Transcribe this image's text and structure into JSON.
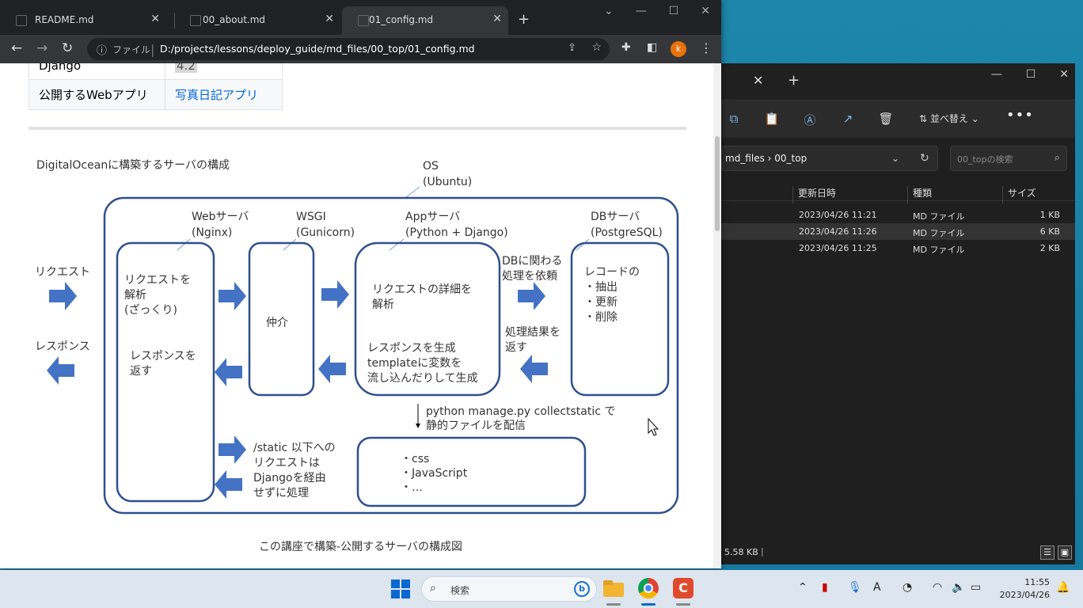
{
  "chrome": {
    "tabs": [
      {
        "label": "README.md"
      },
      {
        "label": "00_about.md"
      },
      {
        "label": "01_config.md"
      }
    ],
    "omnibox": {
      "scheme": "ファイル",
      "url": "D:/projects/lessons/deploy_guide/md_files/00_top/01_config.md"
    },
    "avatar": "k"
  },
  "page": {
    "table": [
      {
        "key": "Django",
        "value": "4.2"
      },
      {
        "key": "公開するWebアプリ",
        "value": "写真日記アプリ"
      }
    ],
    "caption": "この講座で構築-公開するサーバの構成図"
  },
  "diagram": {
    "title": "DigitalOceanに構築するサーバの構成",
    "os_label": [
      "OS",
      "(Ubuntu)"
    ],
    "request": "リクエスト",
    "response": "レスポンス",
    "web": {
      "label": [
        "Webサーバ",
        "(Nginx)"
      ],
      "text1": [
        "リクエストを",
        "解析",
        "(ざっくり)"
      ],
      "text2": [
        "レスポンスを",
        "返す"
      ]
    },
    "wsgi": {
      "label": [
        "WSGI",
        "(Gunicorn)"
      ],
      "text": "仲介"
    },
    "app": {
      "label": [
        "Appサーバ",
        "(Python + Django)"
      ],
      "text1": [
        "リクエストの詳細を",
        "解析"
      ],
      "text2": [
        "レスポンスを生成",
        "templateに変数を",
        "流し込んだりして生成"
      ]
    },
    "db": {
      "label": [
        "DBサーバ",
        "(PostgreSQL)"
      ],
      "text": [
        "レコードの",
        "・抽出",
        "・更新",
        "・削除"
      ]
    },
    "db_req": [
      "DBに関わる",
      "処理を依頼"
    ],
    "db_res": [
      "処理結果を",
      "返す"
    ],
    "collect": [
      "python manage.py collectstatic で",
      "静的ファイルを配信"
    ],
    "static_note": [
      "/static 以下への",
      "リクエストは",
      "Djangoを経由",
      "せずに処理"
    ],
    "static_items": [
      "・css",
      "・JavaScript",
      "・…"
    ]
  },
  "explorer": {
    "sort_label": "並べ替え",
    "path": [
      "md_files",
      "00_top"
    ],
    "search_placeholder": "00_topの検索",
    "columns": [
      "更新日時",
      "種類",
      "サイズ"
    ],
    "rows": [
      {
        "date": "2023/04/26 11:21",
        "type": "MD ファイル",
        "size": "1 KB"
      },
      {
        "date": "2023/04/26 11:26",
        "type": "MD ファイル",
        "size": "6 KB"
      },
      {
        "date": "2023/04/26 11:25",
        "type": "MD ファイル",
        "size": "2 KB"
      }
    ],
    "status": "5.58 KB"
  },
  "taskbar": {
    "search_placeholder": "検索",
    "time": "11:55",
    "date": "2023/04/26"
  },
  "colors": {
    "diagram_line": "#2f4f8f",
    "arrow": "#4472c4",
    "chrome_dark": "#202124"
  }
}
